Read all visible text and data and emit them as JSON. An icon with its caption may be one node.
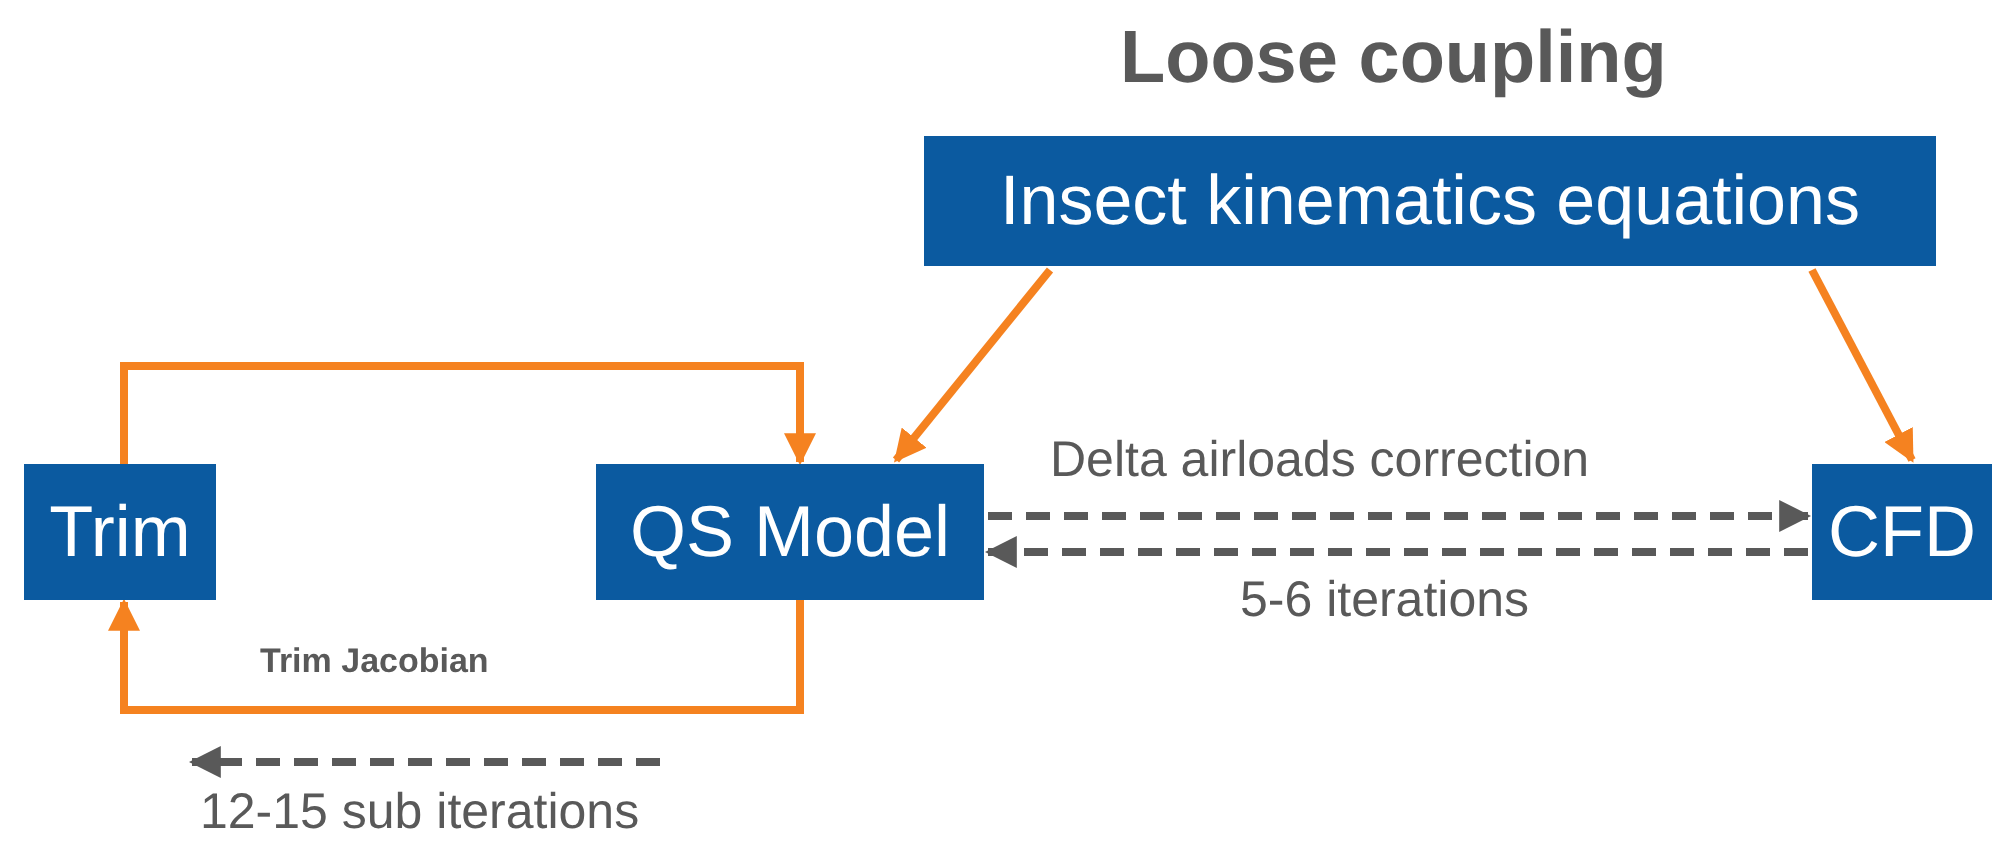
{
  "diagram": {
    "title": "Loose coupling",
    "nodes": [
      {
        "text": [
          "Insect kinematics equations"
        ]
      },
      {
        "text": [
          "Trim"
        ]
      },
      {
        "text": [
          "QS Model"
        ]
      },
      {
        "text": [
          "CFD"
        ]
      }
    ],
    "edges": [
      {
        "from": 0,
        "to": 2,
        "arrow": "to"
      },
      {
        "from": 0,
        "to": 3,
        "arrow": "to"
      },
      {
        "from": 1,
        "to": 2,
        "arrow": "to"
      },
      {
        "from": 2,
        "to": 1,
        "arrow": "to",
        "label": "Trim Jacobian"
      },
      {
        "from": 2,
        "to": 3,
        "arrow": "to",
        "label": "Delta airloads correction",
        "style": "dashed",
        "color": "#595959"
      },
      {
        "from": 3,
        "to": 2,
        "arrow": "to",
        "label": "5-6 iterations",
        "style": "dashed",
        "color": "#595959"
      }
    ],
    "labels": [
      "12-15 sub iterations"
    ]
  }
}
